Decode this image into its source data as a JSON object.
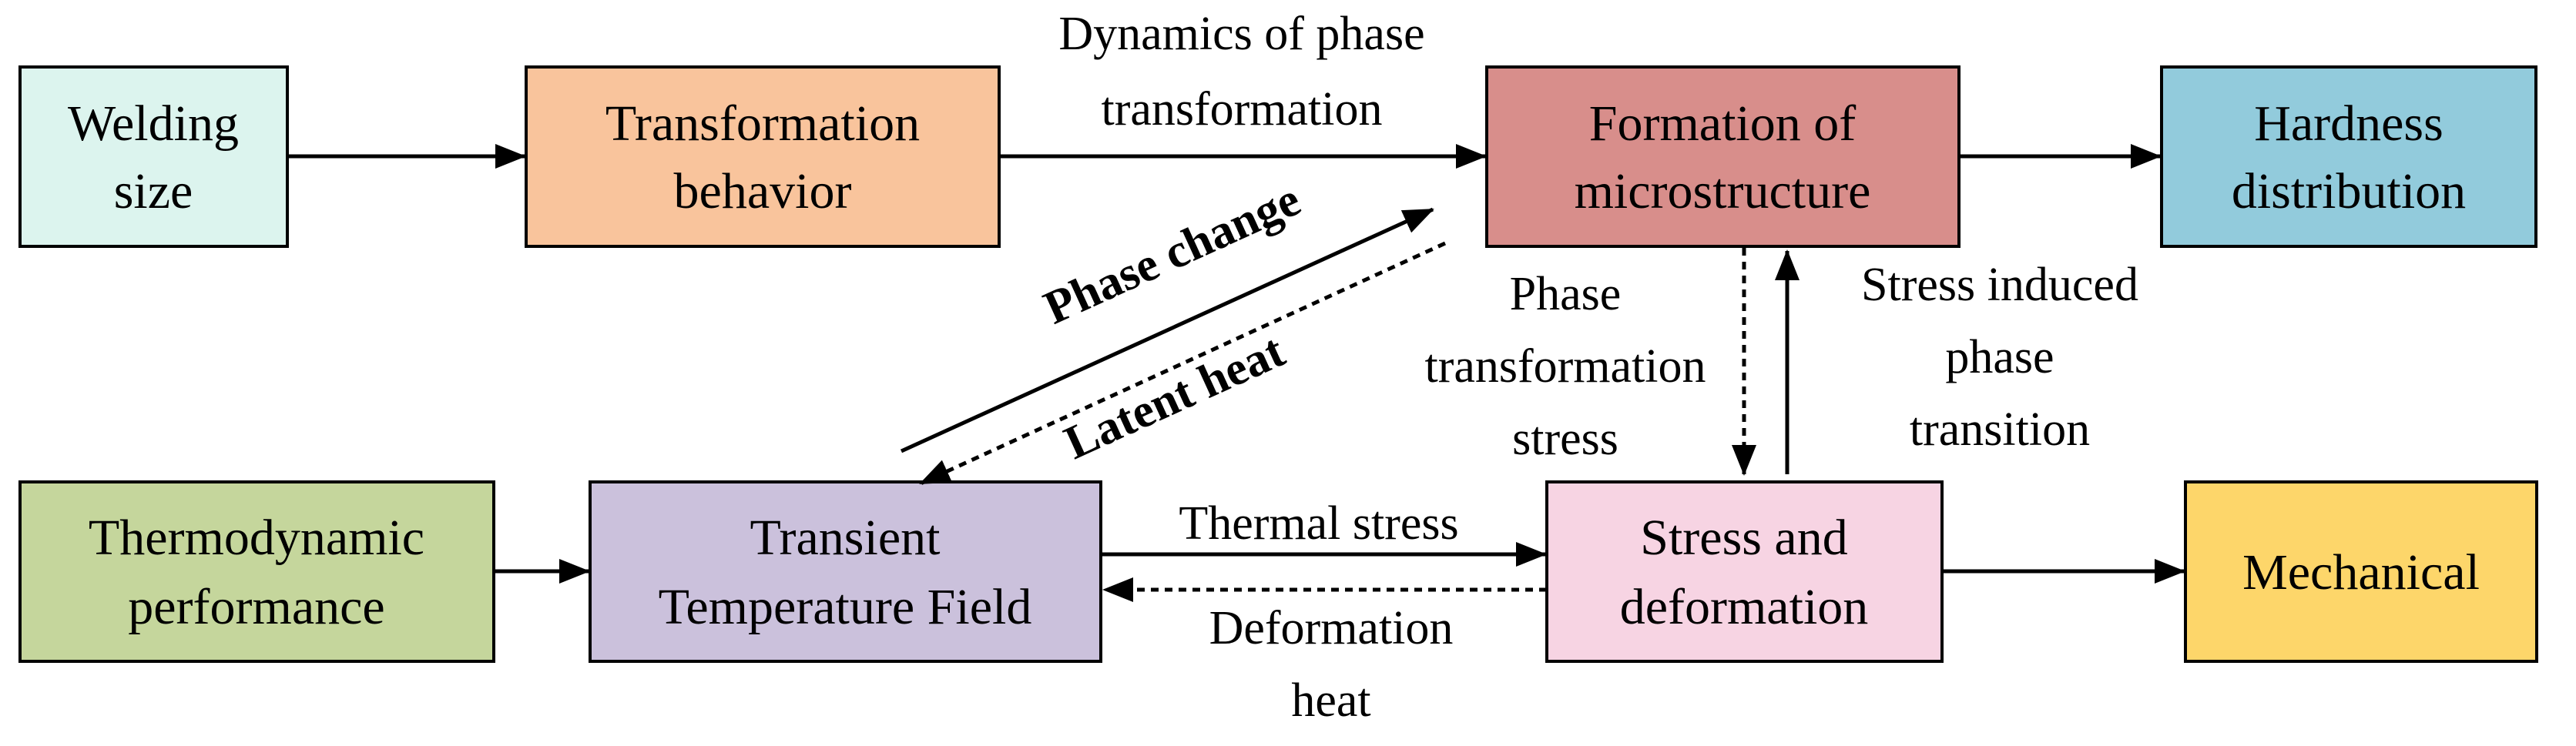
{
  "colors": {
    "welding_size": "#dcf4ee",
    "transformation_behavior": "#f9c49c",
    "formation_of_microstructure": "#d88e8b",
    "hardness_distribution": "#92cbdc",
    "thermodynamic_performance": "#c5d69c",
    "transient_temperature_field": "#cbc1dc",
    "stress_and_deformation": "#f7d4e3",
    "mechanical": "#fdd66a"
  },
  "boxes": {
    "welding_size": [
      "Welding",
      "size"
    ],
    "transformation_behavior": [
      "Transformation",
      "behavior"
    ],
    "formation_of_microstructure": [
      "Formation of",
      "microstructure"
    ],
    "hardness_distribution": [
      "Hardness",
      "distribution"
    ],
    "thermodynamic_performance": [
      "Thermodynamic",
      "performance"
    ],
    "transient_temperature_field": [
      "Transient",
      "Temperature Field"
    ],
    "stress_and_deformation": [
      "Stress and",
      "deformation"
    ],
    "mechanical": [
      "Mechanical"
    ]
  },
  "labels": {
    "dynamics_of_phase_transformation": [
      "Dynamics of phase",
      "transformation"
    ],
    "phase_change": "Phase change",
    "latent_heat": "Latent heat",
    "phase_transformation_stress": [
      "Phase",
      "transformation",
      "stress"
    ],
    "stress_induced_phase_transition": [
      "Stress induced",
      "phase",
      "transition"
    ],
    "thermal_stress": "Thermal stress",
    "deformation_heat": [
      "Deformation",
      "heat"
    ]
  }
}
